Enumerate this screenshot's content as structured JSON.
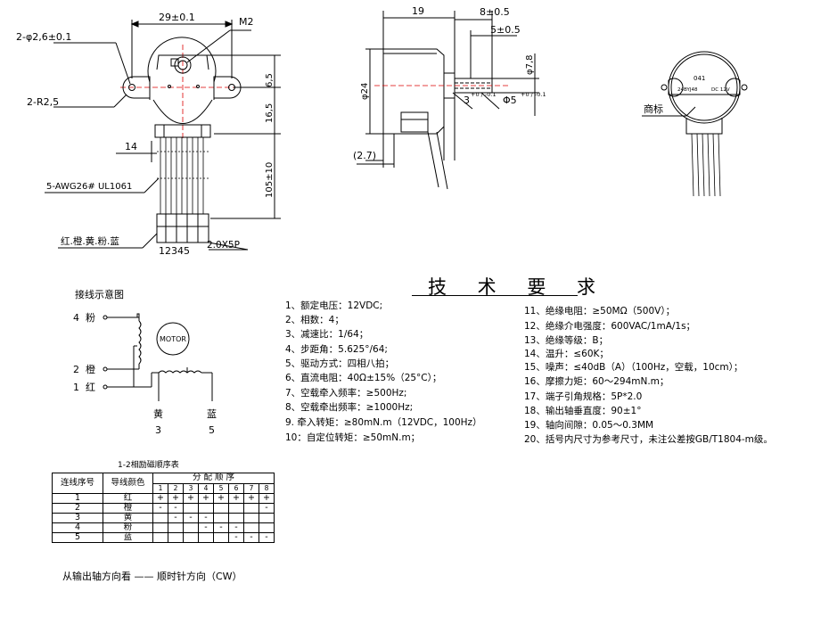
{
  "front_view": {
    "dim_width": "29±0.1",
    "dim_holes": "2-φ2,6±0.1",
    "dim_radius": "2-R2,5",
    "dim_m2": "M2",
    "dim_6_5": "6,5",
    "dim_16_5": "16,5",
    "dim_lead": "105±10",
    "dim_14": "14",
    "wire_spec": "5-AWG26# UL1061",
    "wire_colors": "红.橙.黄.粉.蓝",
    "pin_numbers": "12345",
    "connector": "2.0X5P"
  },
  "side_view": {
    "dim_19": "19",
    "dim_8": "8±0.5",
    "dim_5": "5±0.5",
    "dim_phi24": "φ24",
    "dim_phi7_8": "φ7,8",
    "dim_flat_main": "3",
    "dim_flat_tol": "+0 / -0.1",
    "dim_shaft_main": "Φ5",
    "dim_shaft_tol": "+0 / -0.1",
    "dim_2_7": "(2.7)"
  },
  "rear_view": {
    "label_line1": "DC 12V",
    "label_code": "041",
    "label_model": "24BYJ48",
    "trademark_label": "商标"
  },
  "wiring": {
    "title": "接线示意图",
    "motor_label": "MOTOR",
    "pins": [
      {
        "num": "4",
        "color": "粉"
      },
      {
        "num": "2",
        "color": "橙"
      },
      {
        "num": "1",
        "color": "红"
      }
    ],
    "bottom_pins": [
      {
        "color": "黄",
        "num": "3"
      },
      {
        "color": "蓝",
        "num": "5"
      }
    ]
  },
  "specs_title": "技 术 要 求",
  "specs_left": [
    "1、额定电压：12VDC;",
    "2、相数：4；",
    "3、减速比：1/64；",
    "4、步距角：5.625°/64;",
    "5、驱动方式：四相八拍；",
    "6、直流电阻：40Ω±15%（25°C）；",
    "7、空载牵入频率：≥500Hz;",
    "8、空载牵出频率：≥1000Hz;",
    "9. 牵入转矩：≥80mN.m（12VDC，100Hz）",
    "10：自定位转矩：≥50mN.m；"
  ],
  "specs_right": [
    "11、绝缘电阻：≥50MΩ（500V）；",
    "12、绝缘介电强度：600VAC/1mA/1s；",
    "13、绝缘等级：B；",
    "14、温升：≤60K；",
    "15、噪声：≤40dB（A）（100Hz，空载，10cm）；",
    "16、摩擦力矩：60～294mN.m；",
    "17、端子引角规格：5P*2.0",
    "18、输出轴垂直度：90±1°",
    "19、轴向间隙：0.05～0.3MM",
    "20、括号内尺寸为参考尺寸，未注公差按GB/T1804-m级。"
  ],
  "sequence_table": {
    "title": "1-2相励磁顺序表",
    "col_header_1": "连线序号",
    "col_header_2": "导线颜色",
    "col_header_group": "分 配 顺 序",
    "steps": [
      "1",
      "2",
      "3",
      "4",
      "5",
      "6",
      "7",
      "8"
    ],
    "rows": [
      {
        "num": "1",
        "color": "红",
        "cells": [
          "+",
          "+",
          "+",
          "+",
          "+",
          "+",
          "+",
          "+"
        ]
      },
      {
        "num": "2",
        "color": "橙",
        "cells": [
          "-",
          "-",
          "",
          "",
          "",
          "",
          "",
          "-"
        ]
      },
      {
        "num": "3",
        "color": "黄",
        "cells": [
          "",
          "-",
          "-",
          "-",
          "",
          "",
          "",
          ""
        ]
      },
      {
        "num": "4",
        "color": "粉",
        "cells": [
          "",
          "",
          "",
          "-",
          "-",
          "-",
          "",
          ""
        ]
      },
      {
        "num": "5",
        "color": "蓝",
        "cells": [
          "",
          "",
          "",
          "",
          "",
          "-",
          "-",
          "-"
        ]
      }
    ]
  },
  "footnote": "从输出轴方向看 —— 顺时针方向（CW）"
}
